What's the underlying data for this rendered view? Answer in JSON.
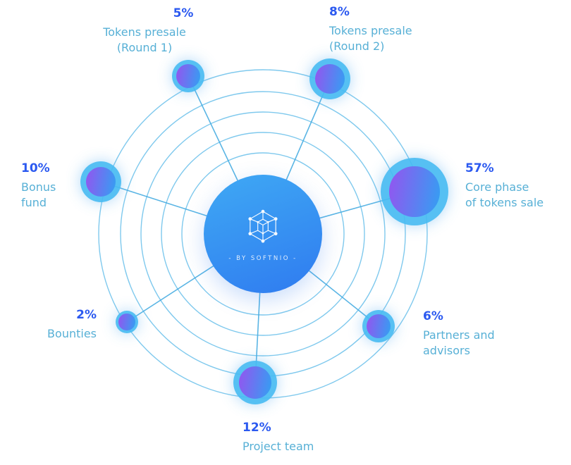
{
  "brand": {
    "center_text": "- BY SOFTNIO -"
  },
  "colors": {
    "percent_text": "#2b59f0",
    "label_text": "#57b0d6",
    "orbit_stroke": "#55b7e8",
    "node_ring": "#48bbf2",
    "node_gradient_start": "#8d5af0",
    "node_gradient_end": "#3a9af2",
    "center_gradient_start": "#3fa9f4",
    "center_gradient_end": "#2f7bf0"
  },
  "chart_data": {
    "type": "pie",
    "categories": [
      "Tokens presale (Round 1)",
      "Tokens presale (Round 2)",
      "Core phase of tokens sale",
      "Partners and advisors",
      "Project team",
      "Bounties",
      "Bonus fund"
    ],
    "values": [
      5,
      8,
      57,
      6,
      12,
      2,
      10
    ],
    "unit": "%",
    "center_label": "- BY SOFTNIO -",
    "legend_position": "around-nodes",
    "style": "radial bubble / orbit infographic, bubble size proportional to value"
  },
  "segments": [
    {
      "percent": "5%",
      "line1": "Tokens presale",
      "line2": "(Round 1)"
    },
    {
      "percent": "8%",
      "line1": "Tokens presale",
      "line2": "(Round 2)"
    },
    {
      "percent": "57%",
      "line1": "Core phase",
      "line2": "of tokens sale"
    },
    {
      "percent": "6%",
      "line1": "Partners and",
      "line2": "advisors"
    },
    {
      "percent": "12%",
      "line1": "Project team",
      "line2": ""
    },
    {
      "percent": "2%",
      "line1": "Bounties",
      "line2": ""
    },
    {
      "percent": "10%",
      "line1": "Bonus",
      "line2": "fund"
    }
  ]
}
